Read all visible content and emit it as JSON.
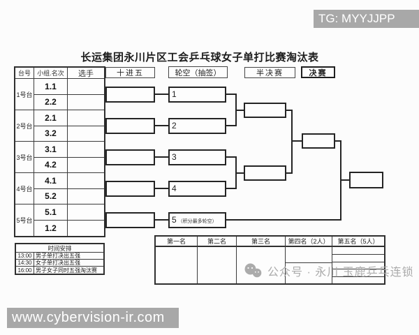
{
  "title": "长运集团永川片区工会乒乓球女子单打比赛淘汰表",
  "watermarks": {
    "tg_badge": "TG: MYYJJPP",
    "url_badge": "www.cybervision-ir.com",
    "wechat_text": "公众号 · 永川 玉鹿乒乓连锁"
  },
  "colors": {
    "badge_bg": "#a8a8a8",
    "watermark_gray": "#ababab",
    "line_color": "#242424",
    "paper_bg": "#fcfcfc"
  },
  "left_table": {
    "headers": {
      "table_no": "台号",
      "group_rank": "小组.名次",
      "player": "选手"
    },
    "groups": [
      {
        "table": "1号台",
        "seed_top": "1.1",
        "seed_bottom": "2.2"
      },
      {
        "table": "2号台",
        "seed_top": "2.1",
        "seed_bottom": "3.2"
      },
      {
        "table": "3号台",
        "seed_top": "3.1",
        "seed_bottom": "4.2"
      },
      {
        "table": "4号台",
        "seed_top": "4.1",
        "seed_bottom": "5.2"
      },
      {
        "table": "5号台",
        "seed_top": "5.1",
        "seed_bottom": "1.2"
      }
    ]
  },
  "rounds": {
    "round1": "十进五",
    "round2": "轮空（抽签）",
    "round3": "半决赛",
    "round4": "决赛"
  },
  "bye_slots": [
    {
      "label": "1",
      "note": ""
    },
    {
      "label": "2",
      "note": ""
    },
    {
      "label": "3",
      "note": ""
    },
    {
      "label": "4",
      "note": ""
    },
    {
      "label": "5",
      "note": "（积分最多轮空）"
    }
  ],
  "schedule": {
    "title": "时间安排",
    "rows": [
      {
        "time": "13:00",
        "event": "男子单打决出五强"
      },
      {
        "time": "14:30",
        "event": "女子单打决出五强"
      },
      {
        "time": "16:00",
        "event": "男子女子同时五强淘汰赛"
      }
    ]
  },
  "ranking": {
    "headers": [
      "第一名",
      "第二名",
      "第三名",
      "第四名（2人）",
      "第五名（5人）"
    ]
  }
}
